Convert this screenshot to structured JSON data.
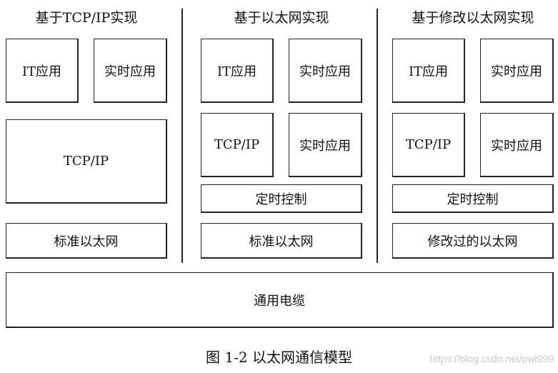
{
  "columns": [
    {
      "title": "基于TCP/IP实现",
      "blocks": {
        "it_app": "IT应用",
        "realtime_app": "实时应用",
        "tcpip": "TCP/IP",
        "ethernet": "标准以太网"
      }
    },
    {
      "title": "基于以太网实现",
      "blocks": {
        "it_app": "IT应用",
        "realtime_app_top": "实时应用",
        "tcpip": "TCP/IP",
        "realtime_app_mid": "实时应用",
        "timing_control": "定时控制",
        "ethernet": "标准以太网"
      }
    },
    {
      "title": "基于修改以太网实现",
      "blocks": {
        "it_app": "IT应用",
        "realtime_app_top": "实时应用",
        "tcpip": "TCP/IP",
        "realtime_app_mid": "实时应用",
        "timing_control": "定时控制",
        "ethernet": "修改过的以太网"
      }
    }
  ],
  "cable": "通用电缆",
  "caption": "图 1-2  以太网通信模型",
  "watermark": "https://blog.csdn.net/pwl999"
}
